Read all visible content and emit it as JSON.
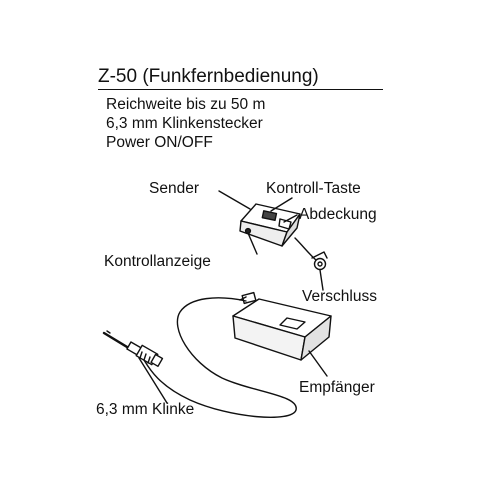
{
  "header": {
    "title": "Z-50 (Funkfernbedienung)"
  },
  "specs": [
    "Reichweite bis zu 50 m",
    "6,3 mm Klinkenstecker",
    "Power ON/OFF"
  ],
  "labels": {
    "sender": "Sender",
    "kontroll_taste": "Kontroll-Taste",
    "abdeckung": "Abdeckung",
    "kontrollanzeige": "Kontrollanzeige",
    "verschluss": "Verschluss",
    "empfaenger": "Empfänger",
    "klinke": "6,3 mm Klinke"
  }
}
